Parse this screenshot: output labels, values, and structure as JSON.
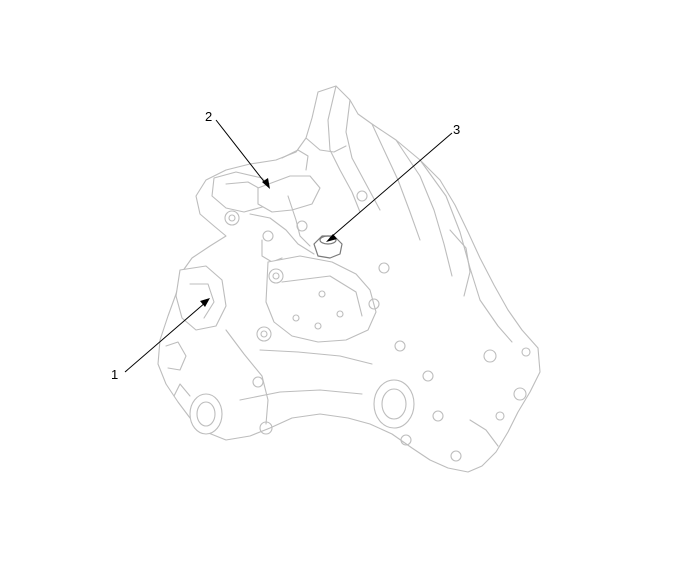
{
  "diagram": {
    "callouts": [
      {
        "label": "1"
      },
      {
        "label": "2"
      },
      {
        "label": "3"
      }
    ],
    "colors": {
      "outline": "#bdbdbd",
      "highlight": "#7a7a7a",
      "leader": "#000000",
      "background": "#ffffff"
    }
  }
}
